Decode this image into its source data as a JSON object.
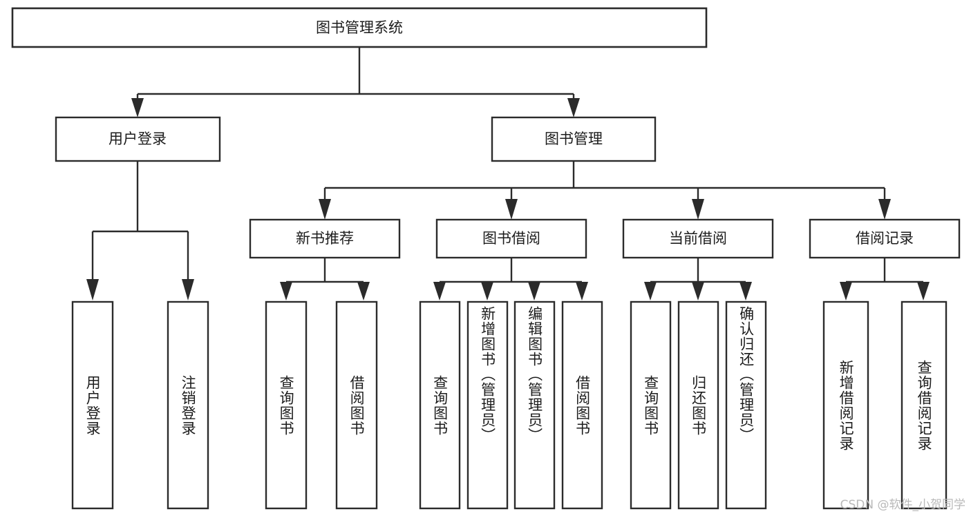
{
  "diagram": {
    "title": "图书管理系统",
    "type": "tree-hierarchy-chart",
    "root": {
      "label": "图书管理系统"
    },
    "level2": [
      {
        "label": "用户登录"
      },
      {
        "label": "图书管理"
      }
    ],
    "level3": [
      {
        "label": "新书推荐"
      },
      {
        "label": "图书借阅"
      },
      {
        "label": "当前借阅"
      },
      {
        "label": "借阅记录"
      }
    ],
    "leaves": {
      "user_login": [
        {
          "label": "用户登录"
        },
        {
          "label": "注销登录"
        }
      ],
      "new_book_recommend": [
        {
          "label": "查询图书"
        },
        {
          "label": "借阅图书"
        }
      ],
      "book_borrow": [
        {
          "label": "查询图书"
        },
        {
          "label": "新增图书（管理员）"
        },
        {
          "label": "编辑图书（管理员）"
        },
        {
          "label": "借阅图书"
        }
      ],
      "current_borrow": [
        {
          "label": "查询图书"
        },
        {
          "label": "归还图书"
        },
        {
          "label": "确认归还（管理员）"
        }
      ],
      "borrow_records": [
        {
          "label": "新增借阅记录"
        },
        {
          "label": "查询借阅记录"
        }
      ]
    }
  },
  "watermark": {
    "text": "CSDN @软件_小贺同学"
  },
  "colors": {
    "stroke": "#2b2b2b",
    "fill": "#ffffff",
    "text": "#1c1c1c",
    "watermark": "#b9b9b9"
  }
}
